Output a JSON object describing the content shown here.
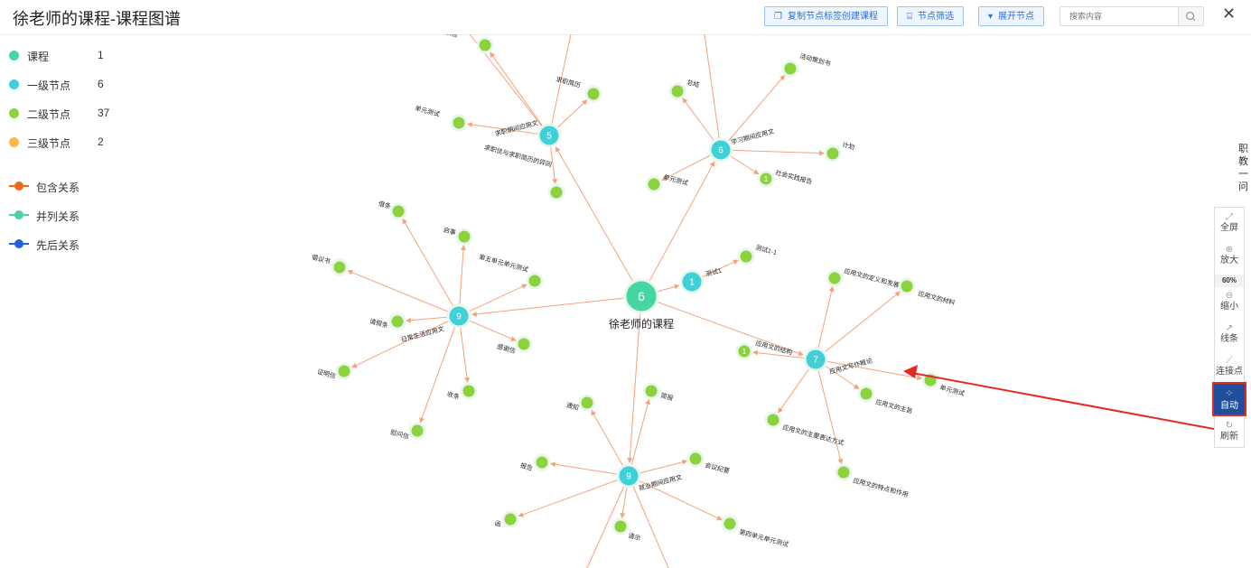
{
  "header": {
    "title": "徐老师的课程-课程图谱",
    "buttons": [
      {
        "label": "复制节点标签创建课程",
        "icon": "copy-icon"
      },
      {
        "label": "节点筛选",
        "icon": "filter-icon"
      },
      {
        "label": "展开节点",
        "icon": "caret-down-icon"
      }
    ],
    "search_placeholder": "搜索内容",
    "close_label": "✕"
  },
  "legend": {
    "node_types": [
      {
        "label": "课程",
        "count": "1",
        "color": "#45d6a3"
      },
      {
        "label": "一级节点",
        "count": "6",
        "color": "#3fd0d8"
      },
      {
        "label": "二级节点",
        "count": "37",
        "color": "#8cd23c"
      },
      {
        "label": "三级节点",
        "count": "2",
        "color": "#ffb74d"
      }
    ],
    "relations": [
      {
        "label": "包含关系",
        "color": "#f0691e"
      },
      {
        "label": "并列关系",
        "color": "#49d3a0"
      },
      {
        "label": "先后关系",
        "color": "#2563d8"
      }
    ]
  },
  "side_text": "职教一问",
  "toolbar": {
    "fullscreen": "全屏",
    "zoom_in": "放大",
    "zoom_level": "60%",
    "zoom_out": "缩小",
    "lines": "线条",
    "connect": "连接点",
    "auto": "自动",
    "refresh": "刷新"
  },
  "colors": {
    "course": "#45d6a3",
    "level1": "#3fd0d8",
    "level2": "#8cd23c",
    "edge": "#f5a27a",
    "annotation": "#e52a22"
  },
  "graph": {
    "root": {
      "count": "6",
      "label": "徐老师的课程"
    },
    "hubs": [
      {
        "id": "h5",
        "count": "5",
        "label": "求职期间应用文"
      },
      {
        "id": "h6",
        "count": "6",
        "label": "学习期间应用文"
      },
      {
        "id": "h1",
        "count": "1",
        "label": "测试1"
      },
      {
        "id": "h9a",
        "count": "9",
        "label": "日常生活应用文"
      },
      {
        "id": "h7",
        "count": "7",
        "label": "应用文写作概论"
      },
      {
        "id": "h9b",
        "count": "9",
        "label": "就业期间应用文"
      }
    ],
    "leaves": [
      {
        "hub": "h5",
        "label": "求职信"
      },
      {
        "hub": "h5",
        "label": "求职简历"
      },
      {
        "hub": "h5",
        "label": "单元测试"
      },
      {
        "hub": "h5",
        "label": "求职信与求职简历的异同"
      },
      {
        "hub": "h6",
        "label": "总结"
      },
      {
        "hub": "h6",
        "label": "活动策划书"
      },
      {
        "hub": "h6",
        "label": "计划"
      },
      {
        "hub": "h6",
        "label": "社会实践报告",
        "count": "1"
      },
      {
        "hub": "h6",
        "label": "单元测试"
      },
      {
        "hub": "h1",
        "label": "测试1-1"
      },
      {
        "hub": "h9a",
        "label": "借条"
      },
      {
        "hub": "h9a",
        "label": "启事"
      },
      {
        "hub": "h9a",
        "label": "第五单元单元测试"
      },
      {
        "hub": "h9a",
        "label": "倡议书"
      },
      {
        "hub": "h9a",
        "label": "请假条"
      },
      {
        "hub": "h9a",
        "label": "感谢信"
      },
      {
        "hub": "h9a",
        "label": "证明信"
      },
      {
        "hub": "h9a",
        "label": "收条"
      },
      {
        "hub": "h9a",
        "label": "慰问信"
      },
      {
        "hub": "h7",
        "label": "应用文的定义和发展历史"
      },
      {
        "hub": "h7",
        "label": "应用文的材料"
      },
      {
        "hub": "h7",
        "label": "应用文的结构",
        "count": "1"
      },
      {
        "hub": "h7",
        "label": "单元测试"
      },
      {
        "hub": "h7",
        "label": "应用文的主旨"
      },
      {
        "hub": "h7",
        "label": "应用文的主要表达方式"
      },
      {
        "hub": "h7",
        "label": "应用文的特点和作用"
      },
      {
        "hub": "h9b",
        "label": "通知"
      },
      {
        "hub": "h9b",
        "label": "简报"
      },
      {
        "hub": "h9b",
        "label": "报告"
      },
      {
        "hub": "h9b",
        "label": "会议纪要"
      },
      {
        "hub": "h9b",
        "label": "函"
      },
      {
        "hub": "h9b",
        "label": "请示"
      },
      {
        "hub": "h9b",
        "label": "第四单元单元测试"
      }
    ]
  }
}
